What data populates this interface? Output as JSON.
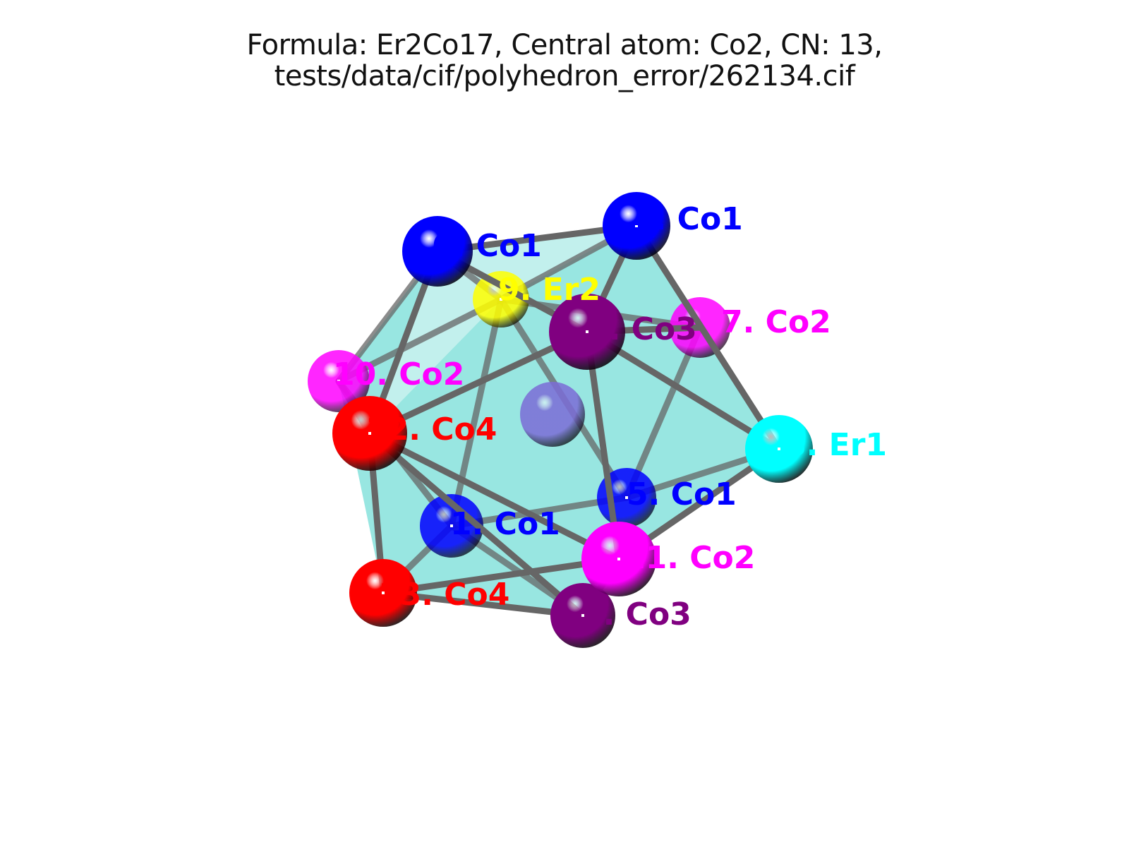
{
  "title": {
    "line1": "Formula: Er2Co17, Central atom: Co2, CN: 13,",
    "line2": "tests/data/cif/polyhedron_error/262134.cif"
  },
  "colors": {
    "Co1": "#0000ff",
    "Co2": "#ff00ff",
    "Co3": "#800080",
    "Co4": "#ff0000",
    "Er1": "#00ffff",
    "Er2": "#ffff00",
    "central_atom": "#7b6cd6",
    "polyhedron_face": "#40d0c8",
    "bond": "#666666"
  },
  "atoms": [
    {
      "id": 1,
      "label": "1. Co1",
      "element": "Co1"
    },
    {
      "id": 2,
      "label": "2. Co3",
      "element": "Co3"
    },
    {
      "id": 3,
      "label": "3. Co3",
      "element": "Co3"
    },
    {
      "id": 4,
      "label": "4. Co1",
      "element": "Co1"
    },
    {
      "id": 5,
      "label": "5. Co1",
      "element": "Co1"
    },
    {
      "id": 6,
      "label": "6. Co1",
      "element": "Co1"
    },
    {
      "id": 7,
      "label": "7. Co2",
      "element": "Co2"
    },
    {
      "id": 8,
      "label": "8. Er1",
      "element": "Er1"
    },
    {
      "id": 9,
      "label": "9. Er2",
      "element": "Er2"
    },
    {
      "id": 10,
      "label": "10. Co2",
      "element": "Co2"
    },
    {
      "id": 11,
      "label": "11. Co2",
      "element": "Co2"
    },
    {
      "id": 12,
      "label": "12. Co4",
      "element": "Co4"
    },
    {
      "id": 13,
      "label": "13. Co4",
      "element": "Co4"
    }
  ],
  "central_atom": {
    "element": "Co2"
  }
}
